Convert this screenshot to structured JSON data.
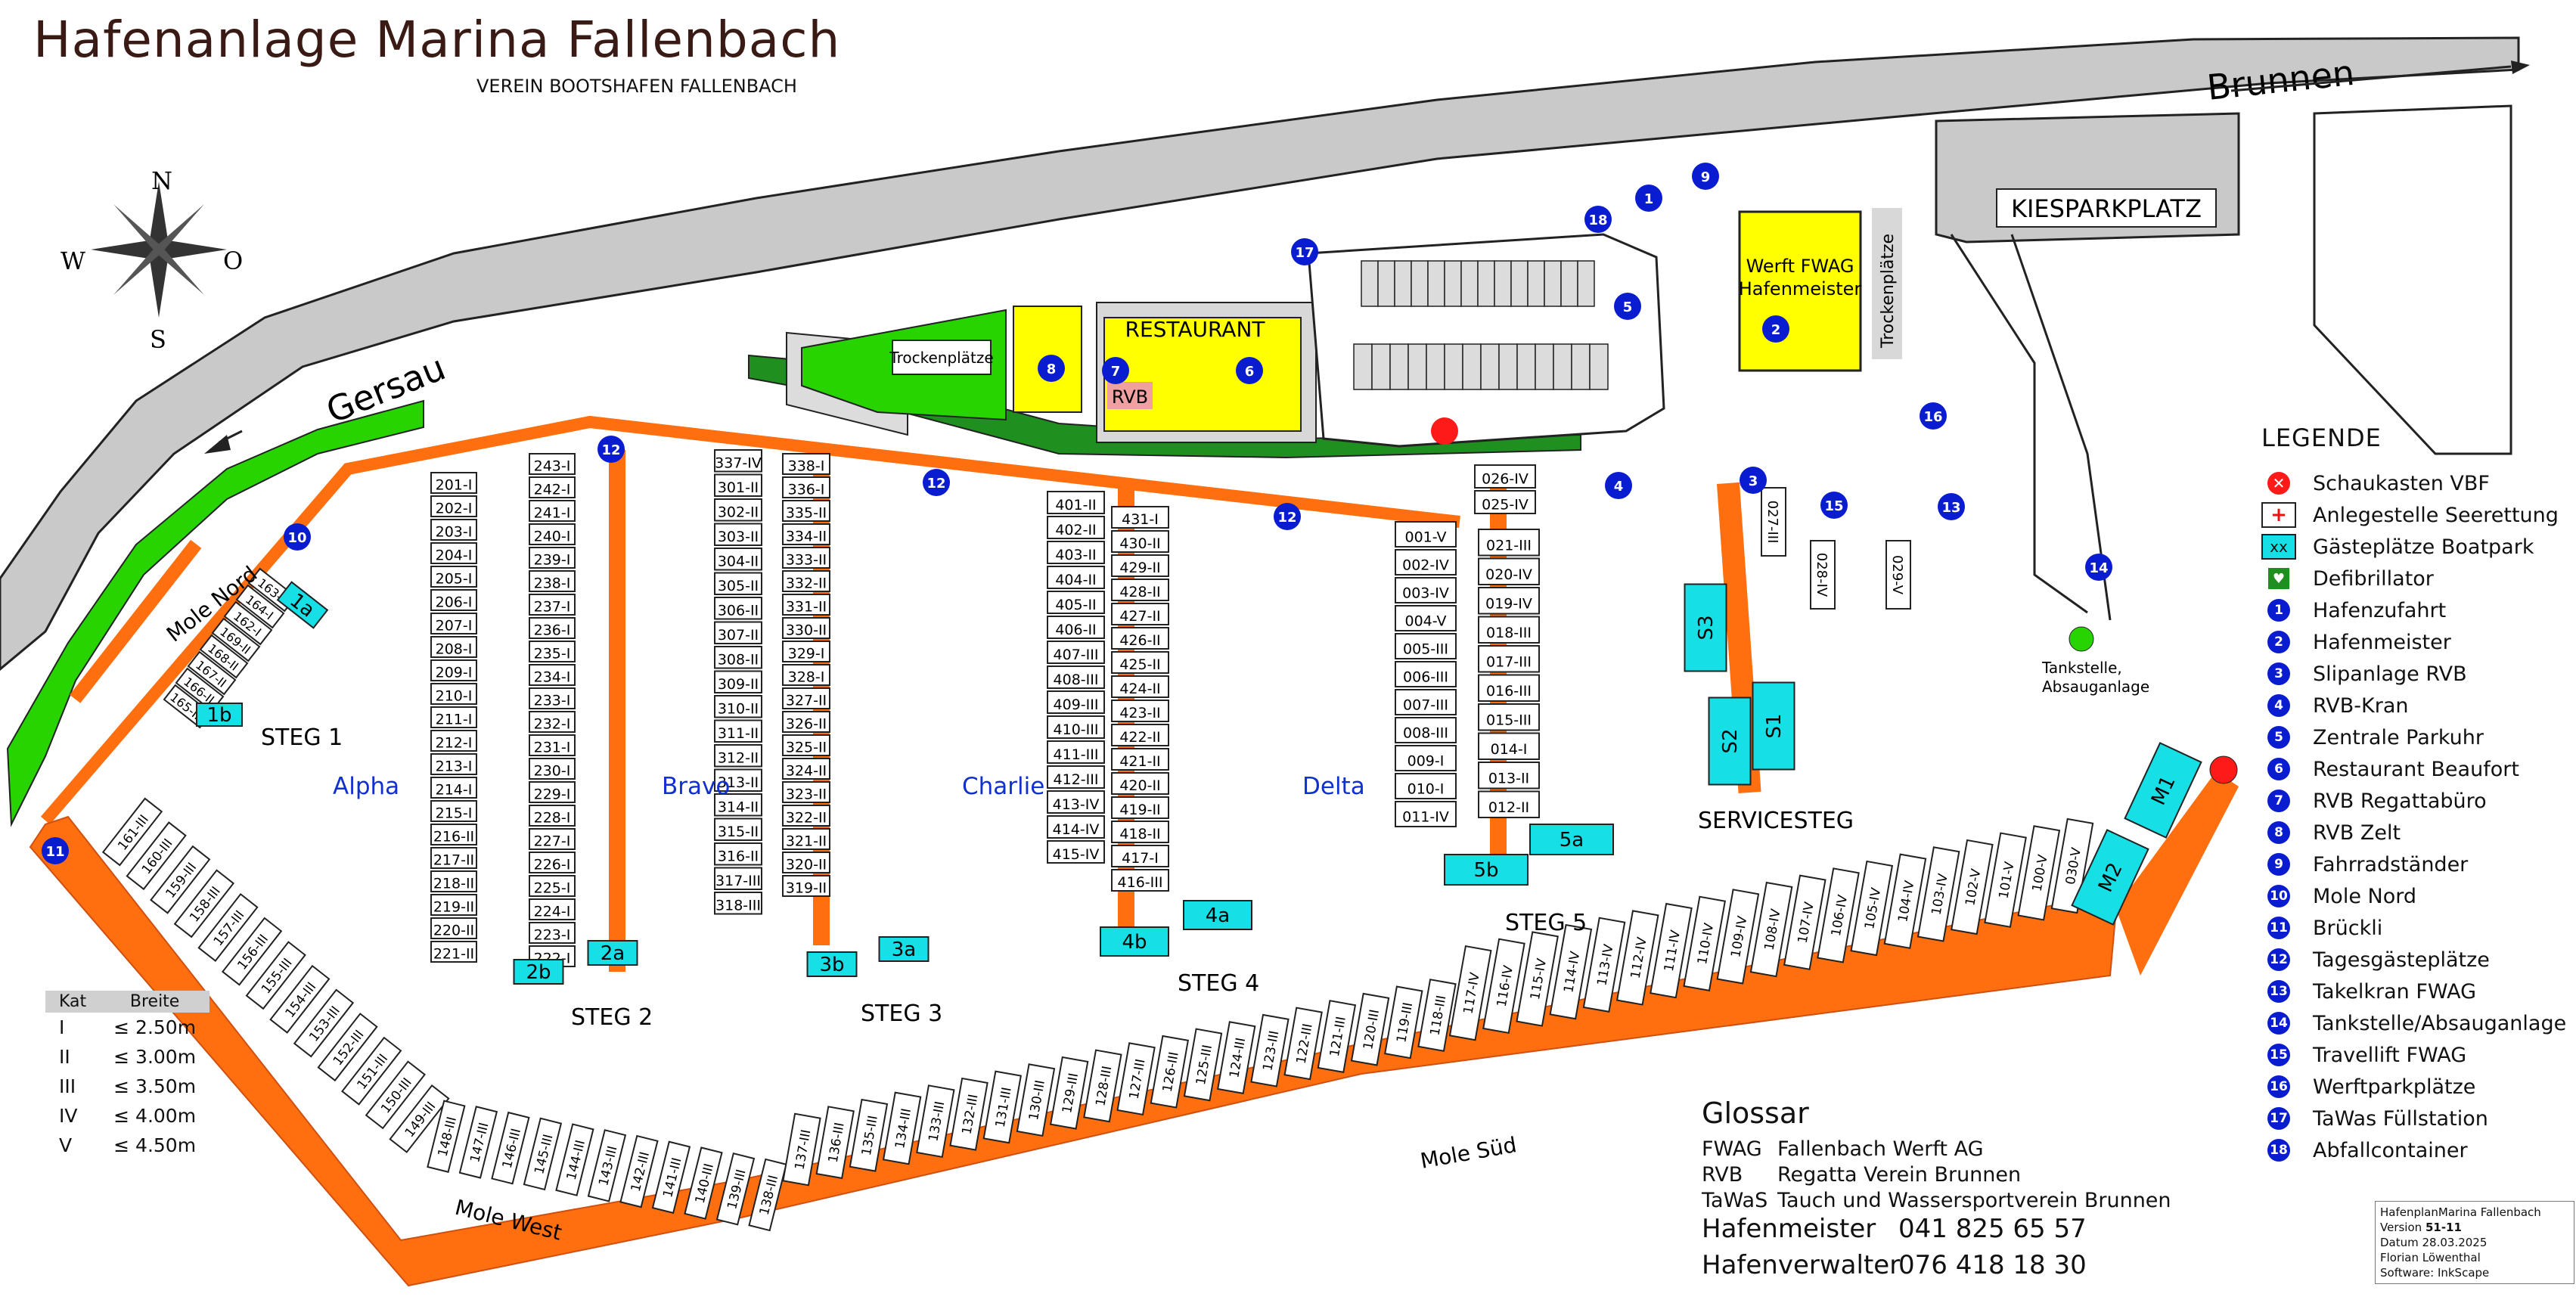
{
  "title": "Hafenanlage Marina Fallenbach",
  "subtitle": "VEREIN BOOTSHAFEN FALLENBACH",
  "compass": {
    "n": "N",
    "s": "S",
    "w": "W",
    "o": "O"
  },
  "roads": {
    "north": "Brunnen",
    "south": "Gersau"
  },
  "areas": {
    "kiesparkplatz": "KIESPARKPLATZ",
    "trockenplaetze_west": "Trockenplätze",
    "trockenplaetze_east": "Trockenplätze",
    "restaurant": "RESTAURANT",
    "rvb": "RVB",
    "werft": "Werft FWAG Hafenmeister",
    "tankstelle": "Tankstelle, Absauganlage"
  },
  "section_labels": {
    "alpha": "Alpha",
    "bravo": "Bravo",
    "charlie": "Charlie",
    "delta": "Delta",
    "mole_nord": "Mole Nord",
    "mole_west": "Mole West",
    "mole_sued": "Mole Süd"
  },
  "stegs": {
    "steg1": "STEG 1",
    "steg2": "STEG 2",
    "steg3": "STEG 3",
    "steg4": "STEG 4",
    "steg5": "STEG 5",
    "servicesteg": "SERVICESTEG"
  },
  "guest_berths": [
    "1a",
    "1b",
    "2a",
    "2b",
    "3a",
    "3b",
    "4a",
    "4b",
    "5a",
    "5b",
    "S1",
    "S2",
    "S3",
    "M1",
    "M2"
  ],
  "berths": {
    "steg1": [
      "163-I",
      "164-I",
      "162-I",
      "169-II",
      "168-II",
      "167-II",
      "166-II",
      "165-III"
    ],
    "steg2_left": [
      "201-I",
      "202-I",
      "203-I",
      "204-I",
      "205-I",
      "206-I",
      "207-I",
      "208-I",
      "209-I",
      "210-I",
      "211-I",
      "212-I",
      "213-I",
      "214-I",
      "215-I",
      "216-II",
      "217-II",
      "218-II",
      "219-II",
      "220-II",
      "221-II"
    ],
    "steg2_right": [
      "243-I",
      "242-I",
      "241-I",
      "240-I",
      "239-I",
      "238-I",
      "237-I",
      "236-I",
      "235-I",
      "234-I",
      "233-I",
      "232-I",
      "231-I",
      "230-I",
      "229-I",
      "228-I",
      "227-I",
      "226-I",
      "225-I",
      "224-I",
      "223-I",
      "222-I"
    ],
    "steg3_left": [
      "337-IV",
      "301-II",
      "302-II",
      "303-II",
      "304-II",
      "305-II",
      "306-II",
      "307-II",
      "308-II",
      "309-II",
      "310-II",
      "311-II",
      "312-II",
      "313-II",
      "314-II",
      "315-II",
      "316-II",
      "317-III",
      "318-III"
    ],
    "steg3_right": [
      "338-I",
      "336-I",
      "335-II",
      "334-II",
      "333-II",
      "332-II",
      "331-II",
      "330-II",
      "329-I",
      "328-I",
      "327-II",
      "326-II",
      "325-II",
      "324-II",
      "323-II",
      "322-II",
      "321-II",
      "320-II",
      "319-II"
    ],
    "steg4_left": [
      "401-II",
      "402-II",
      "403-II",
      "404-II",
      "405-II",
      "406-II",
      "407-III",
      "408-III",
      "409-III",
      "410-III",
      "411-III",
      "412-III",
      "413-IV",
      "414-IV",
      "415-IV"
    ],
    "steg4_right": [
      "431-I",
      "430-II",
      "429-II",
      "428-II",
      "427-II",
      "426-II",
      "425-II",
      "424-II",
      "423-II",
      "422-II",
      "421-II",
      "420-II",
      "419-II",
      "418-II",
      "417-I",
      "416-III"
    ],
    "steg5_top": [
      "026-IV",
      "025-IV"
    ],
    "steg5_left": [
      "001-V",
      "002-IV",
      "003-IV",
      "004-V",
      "005-III",
      "006-III",
      "007-III",
      "008-III",
      "009-I",
      "010-I",
      "011-IV"
    ],
    "steg5_right": [
      "021-III",
      "020-IV",
      "019-IV",
      "018-III",
      "017-III",
      "016-III",
      "015-III",
      "014-I",
      "013-II",
      "012-II"
    ],
    "service": [
      "027-III",
      "028-IV",
      "029-V"
    ],
    "mole_west": [
      "161-III",
      "160-III",
      "159-III",
      "158-III",
      "157-III",
      "156-III",
      "155-III",
      "154-III",
      "153-III",
      "152-III",
      "151-III",
      "150-III",
      "149-III",
      "148-III",
      "147-III",
      "146-III",
      "145-III",
      "144-III",
      "143-III",
      "142-III",
      "141-III",
      "140-III",
      "139-III",
      "138-III"
    ],
    "mole_sued": [
      "137-III",
      "136-III",
      "135-III",
      "134-III",
      "133-III",
      "132-III",
      "131-III",
      "130-III",
      "129-III",
      "128-III",
      "127-III",
      "126-III",
      "125-III",
      "124-III",
      "123-III",
      "122-III",
      "121-III",
      "120-III",
      "119-III",
      "118-III",
      "117-IV",
      "116-IV",
      "115-IV",
      "114-IV",
      "113-IV",
      "112-IV",
      "111-IV",
      "110-IV",
      "109-IV",
      "108-IV",
      "107-IV",
      "106-IV",
      "105-IV",
      "104-IV",
      "103-IV",
      "102-V",
      "101-V",
      "100-V",
      "030-V"
    ]
  },
  "legend": {
    "title": "LEGENDE",
    "items": [
      {
        "sym": "red-x",
        "label": "Schaukasten VBF"
      },
      {
        "sym": "red-cross",
        "label": "Anlegestelle Seerettung"
      },
      {
        "sym": "cyan-box",
        "text": "xx",
        "label": "Gästeplätze Boatpark"
      },
      {
        "sym": "green-heart",
        "label": "Defibrillator"
      },
      {
        "sym": "1",
        "label": "Hafenzufahrt"
      },
      {
        "sym": "2",
        "label": "Hafenmeister"
      },
      {
        "sym": "3",
        "label": "Slipanlage RVB"
      },
      {
        "sym": "4",
        "label": "RVB-Kran"
      },
      {
        "sym": "5",
        "label": "Zentrale Parkuhr"
      },
      {
        "sym": "6",
        "label": "Restaurant Beaufort"
      },
      {
        "sym": "7",
        "label": "RVB Regattabüro"
      },
      {
        "sym": "8",
        "label": "RVB Zelt"
      },
      {
        "sym": "9",
        "label": "Fahrradständer"
      },
      {
        "sym": "10",
        "label": "Mole Nord"
      },
      {
        "sym": "11",
        "label": "Brückli"
      },
      {
        "sym": "12",
        "label": "Tagesgästeplätze"
      },
      {
        "sym": "13",
        "label": "Takelkran FWAG"
      },
      {
        "sym": "14",
        "label": "Tankstelle/Absauganlage"
      },
      {
        "sym": "15",
        "label": "Travellift FWAG"
      },
      {
        "sym": "16",
        "label": "Werftparkplätze"
      },
      {
        "sym": "17",
        "label": "TaWas Füllstation"
      },
      {
        "sym": "18",
        "label": "Abfallcontainer"
      }
    ]
  },
  "kat_table": {
    "headers": [
      "Kat",
      "Breite"
    ],
    "rows": [
      [
        "I",
        "≤ 2.50m"
      ],
      [
        "II",
        "≤ 3.00m"
      ],
      [
        "III",
        "≤ 3.50m"
      ],
      [
        "IV",
        "≤ 4.00m"
      ],
      [
        "V",
        "≤ 4.50m"
      ]
    ]
  },
  "glossar": {
    "title": "Glossar",
    "entries": [
      {
        "abbr": "FWAG",
        "text": "Fallenbach Werft AG"
      },
      {
        "abbr": "RVB",
        "text": "Regatta Verein Brunnen"
      },
      {
        "abbr": "TaWaS",
        "text": "Tauch und Wassersportverein Brunnen"
      }
    ]
  },
  "contacts": [
    {
      "role": "Hafenmeister",
      "phone": "041 825 65 57"
    },
    {
      "role": "Hafenverwalter",
      "phone": "076 418 18 30"
    }
  ],
  "stamp": {
    "line1": "HafenplanMarina Fallenbach",
    "version_label": "Version",
    "version": "51-11",
    "date": "Datum 28.03.2025",
    "author": "Florian Löwenthal",
    "software": "Software: InkScape"
  },
  "colors": {
    "pier": "#ff6f0f",
    "road": "#c8c8c8",
    "green": "#27d400",
    "cyan": "#16dfe5",
    "yellow": "#ffff00",
    "marker": "#0a1ccf"
  }
}
